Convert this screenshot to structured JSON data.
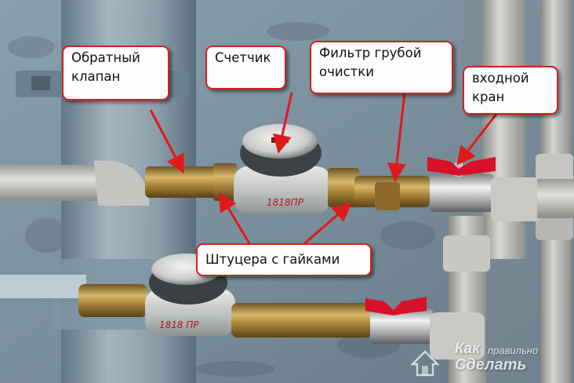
{
  "image": {
    "description_colors": {
      "wall": "#7d929f",
      "pipe_gray": "#b9bab6",
      "brass": "#b08a3e",
      "callout_border": "#d2221b",
      "arrow": "#e0191a",
      "valve_handle": "#d8102a"
    }
  },
  "callouts": {
    "check_valve": [
      "Обратный",
      "клапан"
    ],
    "meter": [
      "Счетчик"
    ],
    "coarse_filter": [
      "Фильтр грубой",
      "очистки"
    ],
    "inlet_valve": [
      "входной",
      "кран"
    ],
    "fittings": [
      "Штуцера с гайками"
    ]
  },
  "meter_labels": {
    "top_meter": "1818ПР",
    "bottom_meter": "1818 ПР"
  },
  "watermark": {
    "line1": "Как",
    "line1_small": "правильно",
    "line2": "Сделать"
  }
}
